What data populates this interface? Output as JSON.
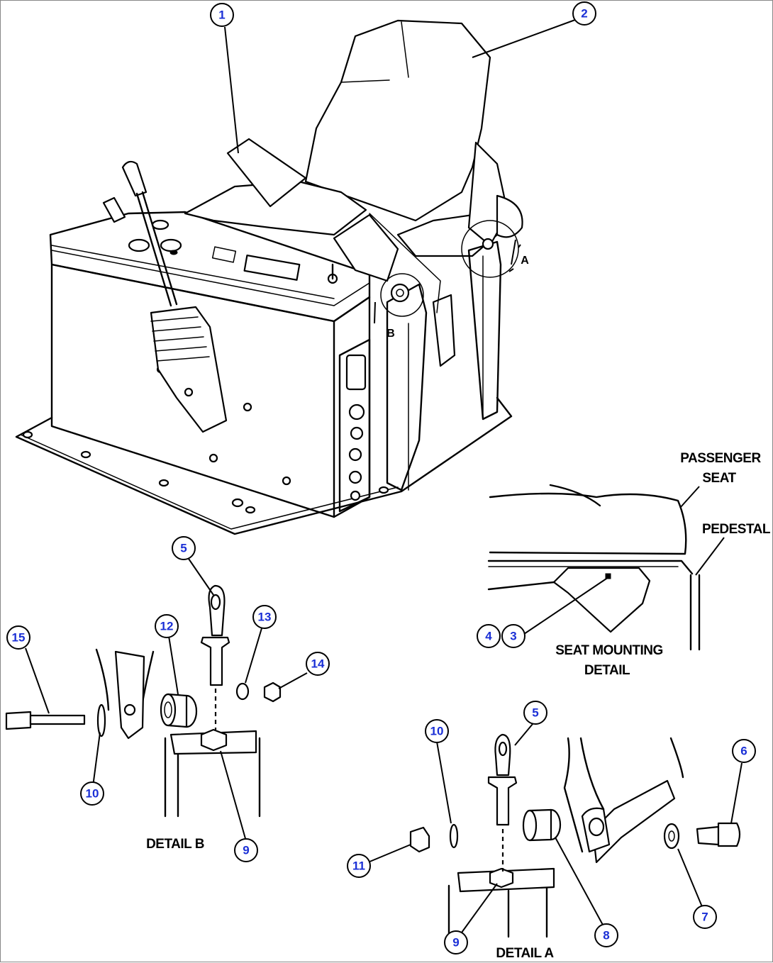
{
  "callouts": {
    "c1": "1",
    "c2": "2",
    "c3": "3",
    "c4": "4",
    "c5a": "5",
    "c5b": "5",
    "c6": "6",
    "c7": "7",
    "c8": "8",
    "c9a": "9",
    "c9b": "9",
    "c10a": "10",
    "c10b": "10",
    "c11": "11",
    "c12": "12",
    "c13": "13",
    "c14": "14",
    "c15": "15"
  },
  "labels": {
    "passenger_seat_1": "PASSENGER",
    "passenger_seat_2": "SEAT",
    "pedestal": "PEDESTAL",
    "seat_mounting_1": "SEAT MOUNTING",
    "seat_mounting_2": "DETAIL",
    "detail_a": "DETAIL A",
    "detail_b": "DETAIL B",
    "view_a": "A",
    "view_b": "B"
  },
  "colors": {
    "callout_number": "#1a2fd6",
    "line": "#000000",
    "background": "#ffffff"
  }
}
